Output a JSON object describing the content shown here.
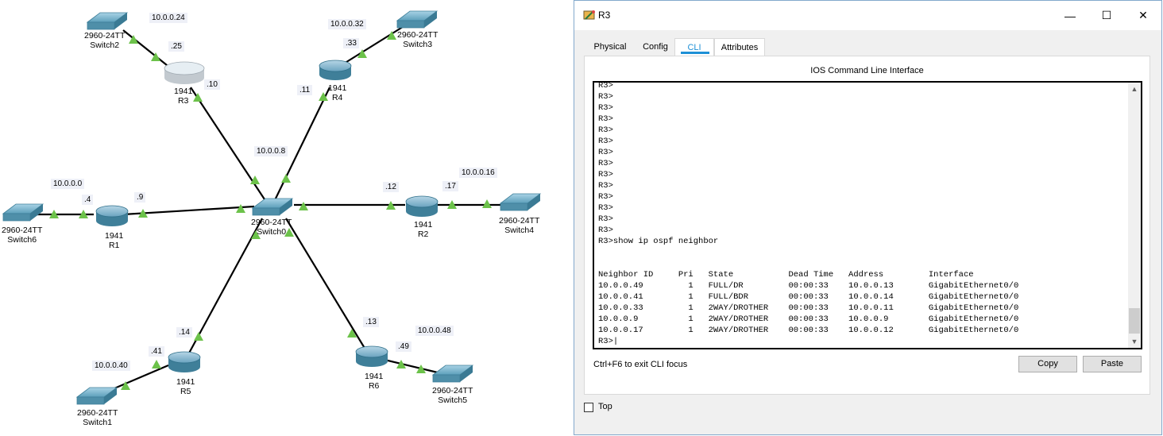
{
  "topology": {
    "switches": [
      {
        "id": "Switch2",
        "model": "2960-24TT",
        "name": "Switch2"
      },
      {
        "id": "Switch3",
        "model": "2960-24TT",
        "name": "Switch3"
      },
      {
        "id": "Switch6",
        "model": "2960-24TT",
        "name": "Switch6"
      },
      {
        "id": "Switch0",
        "model": "2960-24TT",
        "name": "Switch0"
      },
      {
        "id": "Switch4",
        "model": "2960-24TT",
        "name": "Switch4"
      },
      {
        "id": "Switch1",
        "model": "2960-24TT",
        "name": "Switch1"
      },
      {
        "id": "Switch5",
        "model": "2960-24TT",
        "name": "Switch5"
      }
    ],
    "routers": [
      {
        "id": "R3",
        "model": "1941",
        "name": "R3"
      },
      {
        "id": "R4",
        "model": "1941",
        "name": "R4"
      },
      {
        "id": "R1",
        "model": "1941",
        "name": "R1"
      },
      {
        "id": "R2",
        "model": "1941",
        "name": "R2"
      },
      {
        "id": "R5",
        "model": "1941",
        "name": "R5"
      },
      {
        "id": "R6",
        "model": "1941",
        "name": "R6"
      }
    ],
    "network_labels": [
      "10.0.0.24",
      "10.0.0.32",
      "10.0.0.8",
      "10.0.0.0",
      "10.0.0.16",
      "10.0.0.40",
      "10.0.0.48"
    ],
    "interface_labels": [
      ".25",
      ".10",
      ".33",
      ".11",
      ".4",
      ".9",
      ".12",
      ".17",
      ".14",
      ".41",
      ".13",
      ".49"
    ],
    "colors": {
      "link": "#000000",
      "link_light": "#6cc24a",
      "tag_bg": "#eef0f7"
    }
  },
  "window": {
    "title": "R3",
    "controls": {
      "minimize": "—",
      "maximize": "☐",
      "close": "✕"
    },
    "tabs": [
      {
        "label": "Physical",
        "active": false
      },
      {
        "label": "Config",
        "active": false
      },
      {
        "label": "CLI",
        "active": true
      },
      {
        "label": "Attributes",
        "active": false
      }
    ],
    "heading": "IOS Command Line Interface",
    "console_lines": [
      "R3>",
      "R3>",
      "R3>",
      "R3>",
      "R3>",
      "R3>",
      "R3>",
      "R3>",
      "R3>",
      "R3>",
      "R3>",
      "R3>",
      "R3>",
      "R3>",
      "R3>show ip ospf neighbor",
      "",
      "",
      "Neighbor ID     Pri   State           Dead Time   Address         Interface",
      "10.0.0.49         1   FULL/DR         00:00:33    10.0.0.13       GigabitEthernet0/0",
      "10.0.0.41         1   FULL/BDR        00:00:33    10.0.0.14       GigabitEthernet0/0",
      "10.0.0.33         1   2WAY/DROTHER    00:00:33    10.0.0.11       GigabitEthernet0/0",
      "10.0.0.9          1   2WAY/DROTHER    00:00:33    10.0.0.9        GigabitEthernet0/0",
      "10.0.0.17         1   2WAY/DROTHER    00:00:33    10.0.0.12       GigabitEthernet0/0",
      "R3>|"
    ],
    "hint": "Ctrl+F6 to exit CLI focus",
    "copy_label": "Copy",
    "paste_label": "Paste",
    "top_label": "Top",
    "top_checked": false,
    "accent": "#1e90d6"
  }
}
